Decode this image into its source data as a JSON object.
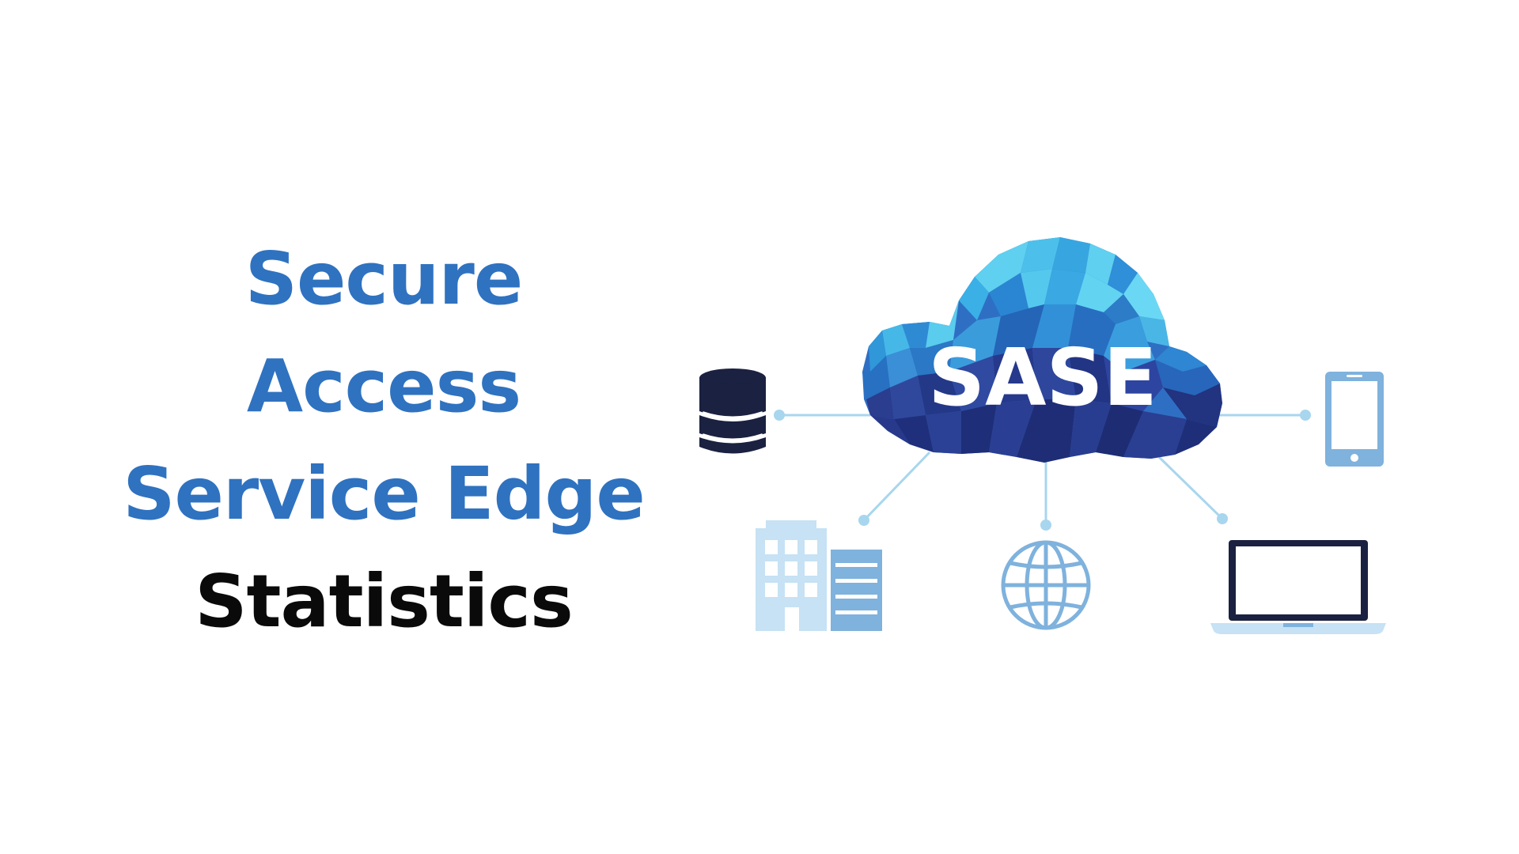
{
  "title": {
    "line1": "Secure",
    "line2": "Access",
    "line3": "Service Edge",
    "line4": "Statistics"
  },
  "diagram": {
    "cloud_label": "SASE",
    "nodes": [
      {
        "icon": "database-icon"
      },
      {
        "icon": "building-icon"
      },
      {
        "icon": "globe-icon"
      },
      {
        "icon": "laptop-icon"
      },
      {
        "icon": "smartphone-icon"
      }
    ]
  },
  "colors": {
    "title_blue": "#2f72c0",
    "title_black": "#0a0a0a",
    "cloud_dark": "#2a3d8f",
    "cloud_mid": "#2e7fd0",
    "cloud_light": "#5fd0f0",
    "connector": "#a8d6ee",
    "icon_light": "#c6e2f4",
    "icon_mid": "#7fb2dd",
    "icon_dark": "#1b2140"
  }
}
